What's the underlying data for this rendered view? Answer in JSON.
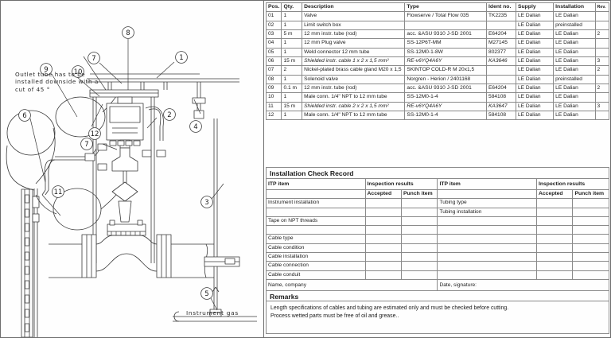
{
  "drawing": {
    "note": "Outlet tube has to be installed downside with a cut of 45 °",
    "gas_label": "Instrument  gas",
    "balloons": [
      "1",
      "2",
      "3",
      "4",
      "5",
      "6",
      "7",
      "7",
      "8",
      "9",
      "10",
      "11",
      "12"
    ]
  },
  "parts_table": {
    "headers": [
      "Pos.",
      "Qty.",
      "Description",
      "Type",
      "Ident no.",
      "Supply",
      "Installation",
      "Rev."
    ],
    "rows": [
      {
        "pos": "01",
        "qty": "1",
        "desc": "Valve",
        "italic": false,
        "type": "Flowserve / Total Flow 035",
        "type_italic": false,
        "ident": "TK2235",
        "ident_italic": false,
        "supply": "LE Dalian",
        "install": "LE Dalian",
        "rev": ""
      },
      {
        "pos": "02",
        "qty": "1",
        "desc": "Limit switch box",
        "italic": false,
        "type": "",
        "type_italic": false,
        "ident": "",
        "ident_italic": false,
        "supply": "LE Dalian",
        "install": "preinstalled",
        "rev": ""
      },
      {
        "pos": "03",
        "qty": "5 m",
        "desc": "12 mm instr. tube (rod)",
        "italic": false,
        "type": "acc. &ASU 9310 J-SD 2001",
        "type_italic": false,
        "ident": "E64204",
        "ident_italic": false,
        "supply": "LE Dalian",
        "install": "LE Dalian",
        "rev": "2"
      },
      {
        "pos": "04",
        "qty": "1",
        "desc": "12 mm Plug valve",
        "italic": false,
        "type": "SS-12P6T-MM",
        "type_italic": false,
        "ident": "M27145",
        "ident_italic": false,
        "supply": "LE Dalian",
        "install": "LE Dalian",
        "rev": ""
      },
      {
        "pos": "05",
        "qty": "1",
        "desc": "Weld connector 12 mm tube",
        "italic": false,
        "type": "SS-12M0-1-8W",
        "type_italic": false,
        "ident": "802377",
        "ident_italic": false,
        "supply": "LE Dalian",
        "install": "LE Dalian",
        "rev": ""
      },
      {
        "pos": "06",
        "qty": "15 m",
        "desc": "Shielded instr. cable 1 x 2 x 1,5 mm²",
        "italic": true,
        "type": "RE-v6YQ4A6Y",
        "type_italic": true,
        "ident": "KA3646",
        "ident_italic": true,
        "supply": "LE Dalian",
        "install": "LE Dalian",
        "rev": "3"
      },
      {
        "pos": "07",
        "qty": "2",
        "desc": "Nickel-plated brass cable gland M20 x 1,5",
        "italic": false,
        "type": "SKINTOP COLD-R M 20x1,5",
        "type_italic": false,
        "ident": "",
        "ident_italic": false,
        "supply": "LE Dalian",
        "install": "LE Dalian",
        "rev": "2"
      },
      {
        "pos": "08",
        "qty": "1",
        "desc": "Solenoid valve",
        "italic": false,
        "type": "Norgren - Herion / 2401168",
        "type_italic": false,
        "ident": "",
        "ident_italic": false,
        "supply": "LE Dalian",
        "install": "preinstalled",
        "rev": ""
      },
      {
        "pos": "09",
        "qty": "0.1 m",
        "desc": "12 mm instr. tube (rod)",
        "italic": false,
        "type": "acc. &ASU 9310 J-SD 2001",
        "type_italic": false,
        "ident": "E64204",
        "ident_italic": false,
        "supply": "LE Dalian",
        "install": "LE Dalian",
        "rev": "2"
      },
      {
        "pos": "10",
        "qty": "1",
        "desc": "Male conn. 1/4\" NPT to 12 mm tube",
        "italic": false,
        "type": "SS-12M0-1-4",
        "type_italic": false,
        "ident": "584108",
        "ident_italic": false,
        "supply": "LE Dalian",
        "install": "LE Dalian",
        "rev": ""
      },
      {
        "pos": "11",
        "qty": "15 m",
        "desc": "Shielded instr. cable 2 x 2 x 1,5 mm²",
        "italic": true,
        "type": "RE-v6YQ4A6Y",
        "type_italic": true,
        "ident": "KA3647",
        "ident_italic": true,
        "supply": "LE Dalian",
        "install": "LE Dalian",
        "rev": "3"
      },
      {
        "pos": "12",
        "qty": "1",
        "desc": "Male conn. 1/4\" NPT to 12 mm tube",
        "italic": false,
        "type": "SS-12M0-1-4",
        "type_italic": false,
        "ident": "584108",
        "ident_italic": false,
        "supply": "LE Dalian",
        "install": "LE Dalian",
        "rev": ""
      }
    ]
  },
  "check_record": {
    "title": "Installation Check Record",
    "col_itp": "ITP item",
    "col_results": "Inspection results",
    "col_accepted": "Accepted",
    "col_punch": "Punch item",
    "left_items": [
      "Instrument installation",
      "",
      "Tape on NPT threads",
      "",
      "Cable type",
      "Cable condition",
      "Cable installation",
      "Cable connection",
      "Cable conduit"
    ],
    "right_items": [
      "Tubing type",
      "Tubing installation",
      "",
      "",
      "",
      "",
      "",
      "",
      ""
    ],
    "footer_left": "Name, company",
    "footer_right": "Date, signature:"
  },
  "remarks": {
    "title": "Remarks",
    "lines": [
      "Length specifications of cables and tubing are estimated only and must be checked before cutting.",
      "Process wetted parts must be free of oil and grease.."
    ]
  }
}
